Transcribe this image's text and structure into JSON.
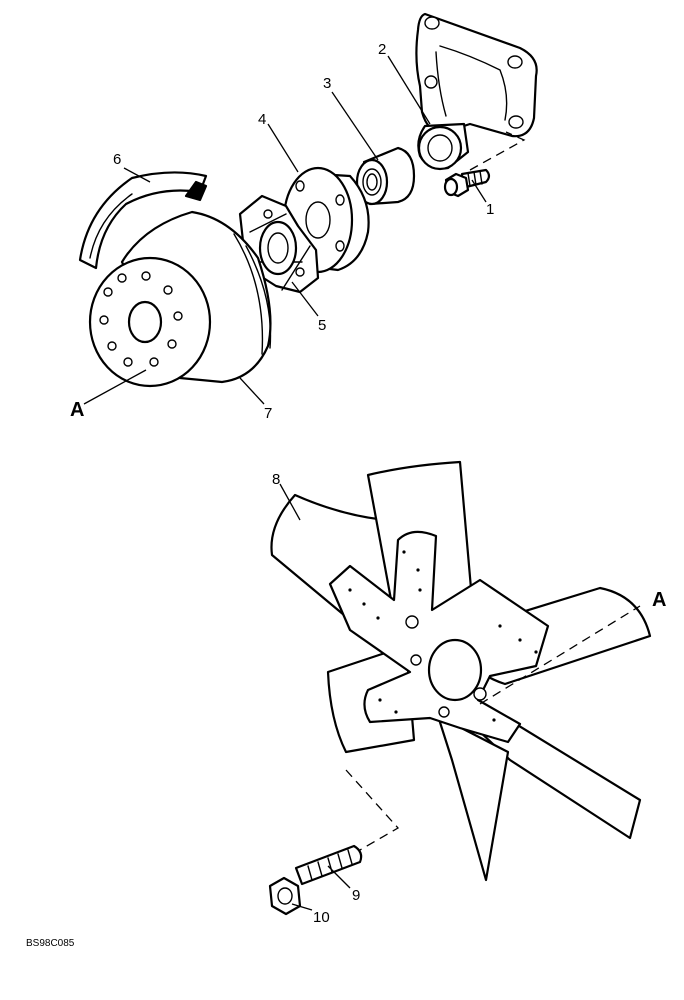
{
  "callouts": {
    "c1": "1",
    "c2": "2",
    "c3": "3",
    "c4": "4",
    "c5": "5",
    "c6": "6",
    "c7": "7",
    "c8": "8",
    "c9": "9",
    "c10": "10"
  },
  "reference_letters": {
    "pulley": "A",
    "fan": "A"
  },
  "figure_code": "BS98C085"
}
